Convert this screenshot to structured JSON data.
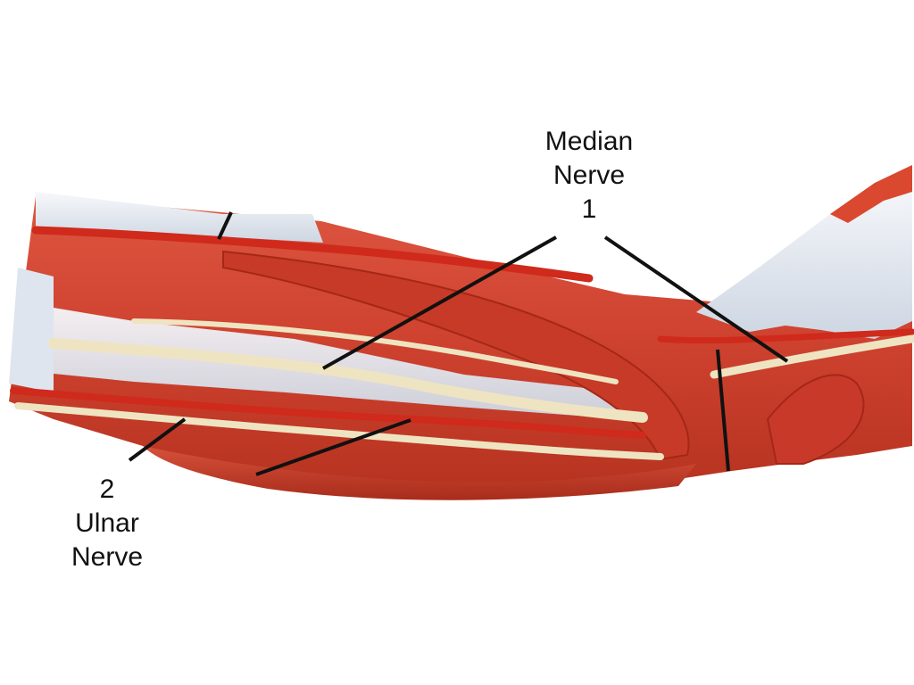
{
  "labels": {
    "median": {
      "name_line1": "Median",
      "name_line2": "Nerve",
      "number": "1"
    },
    "ulnar": {
      "number": "2",
      "name_line1": "Ulnar",
      "name_line2": "Nerve"
    }
  },
  "colors": {
    "background": "#ffffff",
    "muscle": "#d2432f",
    "muscle_dark": "#b8321f",
    "tendon": "#e8ecf2",
    "nerve": "#efe4c2",
    "artery": "#cf2a1c",
    "leader_line": "#111111"
  }
}
